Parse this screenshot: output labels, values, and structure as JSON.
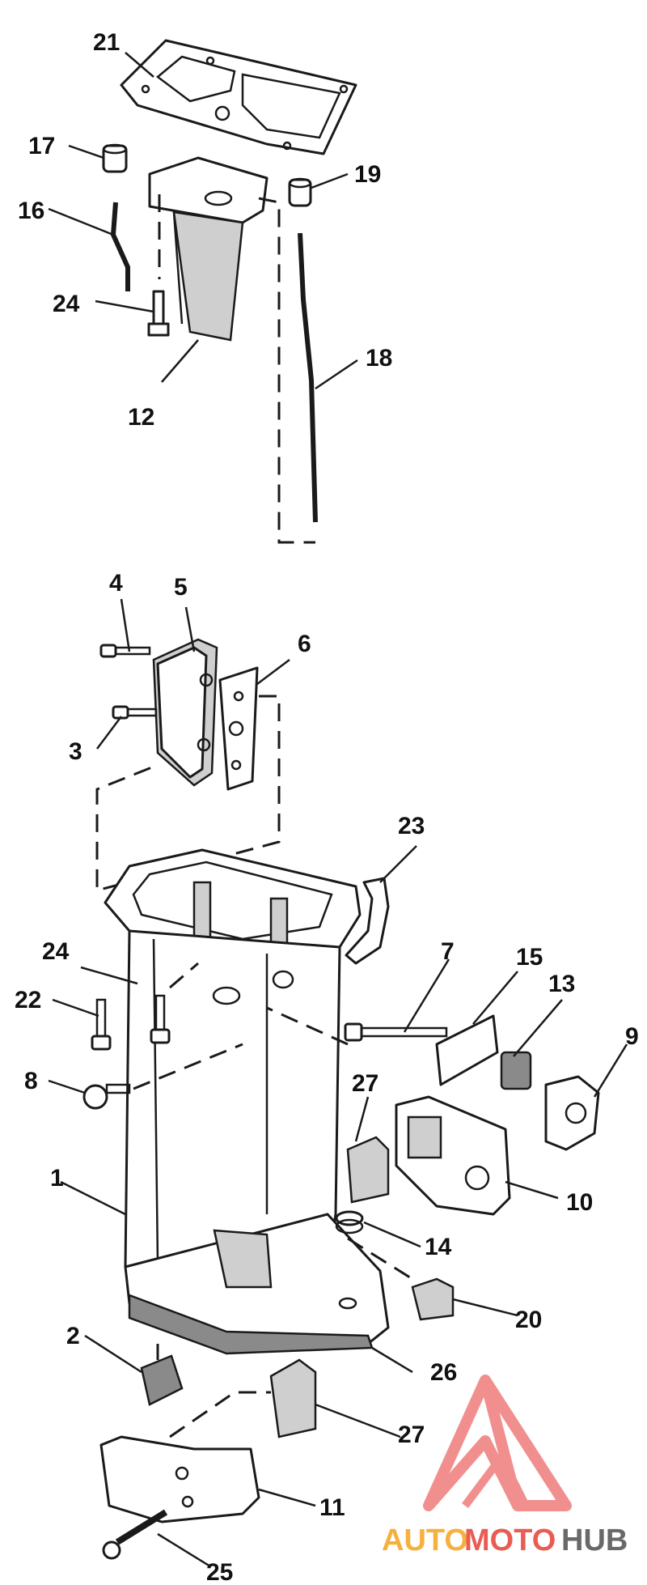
{
  "callouts": {
    "c1": "1",
    "c2": "2",
    "c3": "3",
    "c4": "4",
    "c5": "5",
    "c6": "6",
    "c7": "7",
    "c8": "8",
    "c9": "9",
    "c10": "10",
    "c11": "11",
    "c12": "12",
    "c13": "13",
    "c14": "14",
    "c15": "15",
    "c16": "16",
    "c17": "17",
    "c18": "18",
    "c19": "19",
    "c20": "20",
    "c21": "21",
    "c22": "22",
    "c23": "23",
    "c24a": "24",
    "c24b": "24",
    "c25": "25",
    "c26": "26",
    "c27a": "27",
    "c27b": "27"
  },
  "watermark": {
    "part1": "AUTO",
    "part2": "MOTO",
    "part3": "HUB",
    "colors": {
      "orange": "#f5a623",
      "red": "#e8463a",
      "gray": "#555555"
    }
  }
}
